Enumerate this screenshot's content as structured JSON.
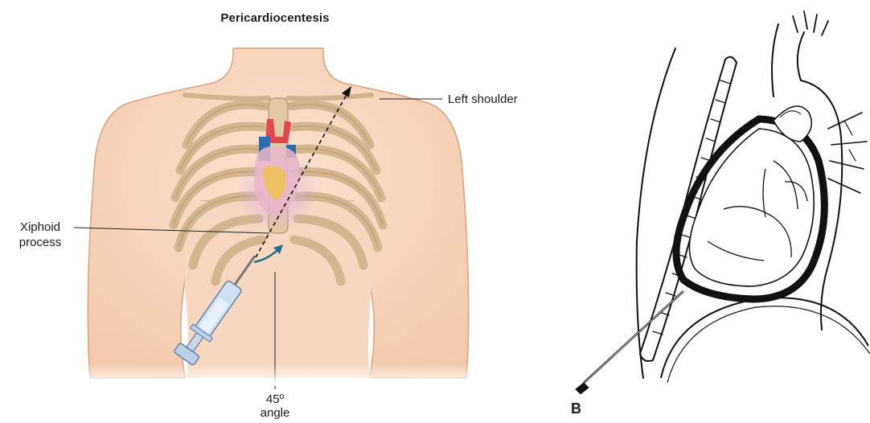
{
  "panel_a": {
    "title": "Pericardiocentesis",
    "labels": {
      "left_shoulder": "Left shoulder",
      "xiphoid_line1": "Xiphoid",
      "xiphoid_line2": "process",
      "angle_line1": "45º",
      "angle_line2": "angle"
    }
  },
  "panel_b": {
    "letter": "B"
  },
  "colors": {
    "skin": "#f6d3b8",
    "skin_outline": "#d9a27d",
    "rib": "#dcbf99",
    "heart_red": "#e0464b",
    "vessel_blue": "#2e6cad",
    "needle_arrow": "#1f6f8b",
    "ink": "#111111"
  },
  "icons": [
    "torso-illustration",
    "ribcage",
    "heart",
    "syringe",
    "sagittal-heart-sketch"
  ]
}
